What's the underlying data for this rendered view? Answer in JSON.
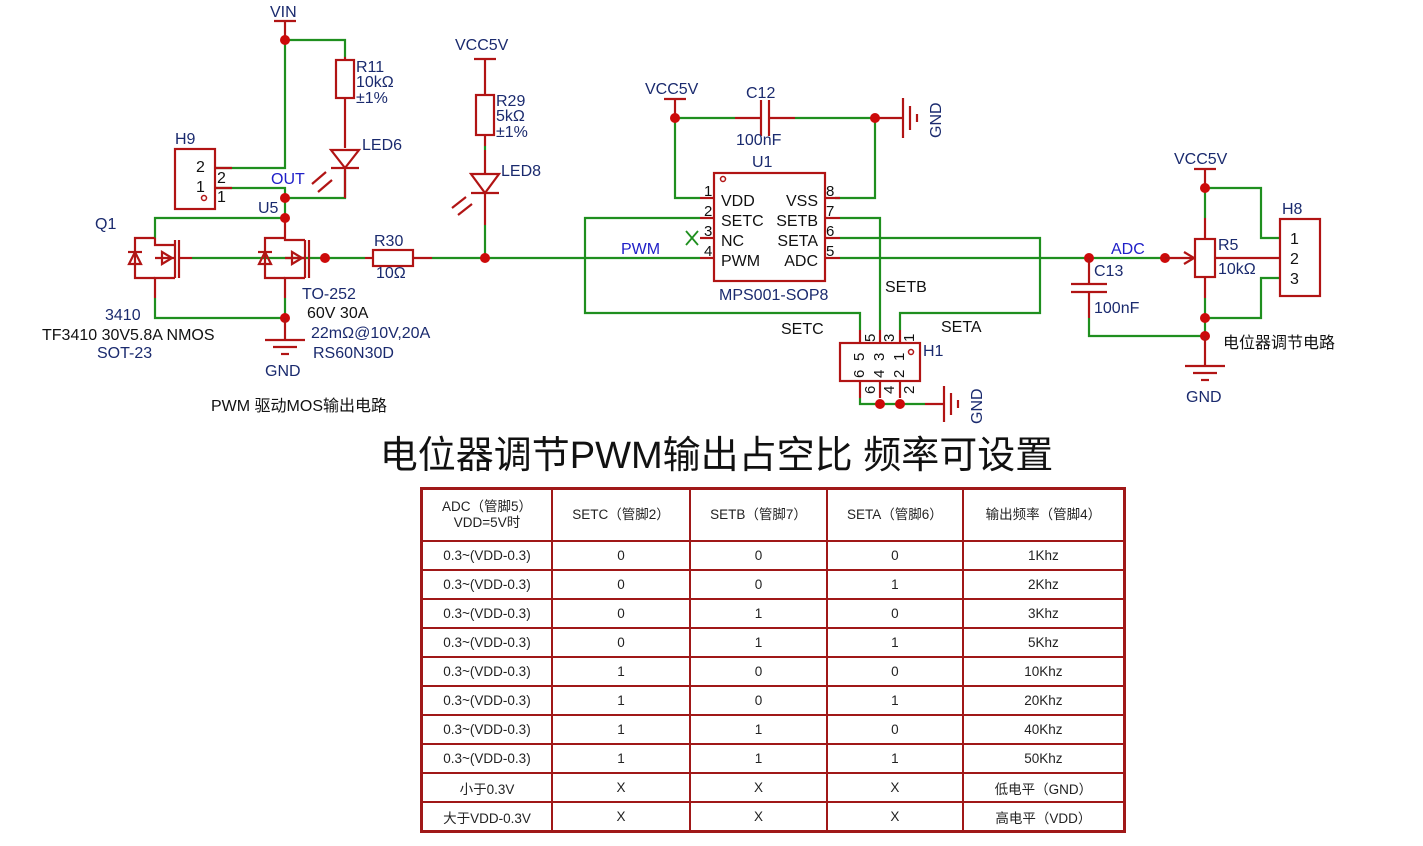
{
  "schematic": {
    "power_labels": {
      "vin": "VIN",
      "vcc_r29": "VCC5V",
      "vcc_u1": "VCC5V",
      "vcc_r5": "VCC5V",
      "gnd_mos": "GND",
      "gnd_c12": "GND",
      "gnd_h1": "GND",
      "gnd_pot": "GND"
    },
    "components": {
      "r11": {
        "ref": "R11",
        "value": "10kΩ",
        "tolerance": "±1%"
      },
      "led6": {
        "ref": "LED6"
      },
      "h9": {
        "ref": "H9",
        "pin_inner_2": "2",
        "pin_inner_1": "1",
        "pin_outer_2": "2",
        "pin_outer_1": "1"
      },
      "q1": {
        "ref": "Q1",
        "name": "3410",
        "desc": "TF3410 30V5.8A NMOS",
        "package": "SOT-23"
      },
      "u5": {
        "ref": "U5",
        "package": "TO-252",
        "rating": "60V 30A",
        "rds": "22mΩ@10V,20A",
        "part": "RS60N30D"
      },
      "r30": {
        "ref": "R30",
        "value": "10Ω"
      },
      "r29": {
        "ref": "R29",
        "value": "5kΩ",
        "tolerance": "±1%"
      },
      "led8": {
        "ref": "LED8"
      },
      "c12": {
        "ref": "C12",
        "value": "100nF"
      },
      "u1": {
        "ref": "U1",
        "part": "MPS001-SOP8",
        "pins_left": [
          {
            "num": "1",
            "name": "VDD"
          },
          {
            "num": "2",
            "name": "SETC"
          },
          {
            "num": "3",
            "name": "NC"
          },
          {
            "num": "4",
            "name": "PWM"
          }
        ],
        "pins_right": [
          {
            "num": "8",
            "name": "VSS"
          },
          {
            "num": "7",
            "name": "SETB"
          },
          {
            "num": "6",
            "name": "SETA"
          },
          {
            "num": "5",
            "name": "ADC"
          }
        ]
      },
      "h1": {
        "ref": "H1",
        "top_pins": [
          "5",
          "3",
          "1"
        ],
        "bottom_pins": [
          "6",
          "4",
          "2"
        ],
        "inner_top": [
          "5",
          "3",
          "1"
        ],
        "inner_bottom": [
          "6",
          "4",
          "2"
        ]
      },
      "c13": {
        "ref": "C13",
        "value": "100nF"
      },
      "r5": {
        "ref": "R5",
        "value": "10kΩ"
      },
      "h8": {
        "ref": "H8",
        "pins": [
          "1",
          "2",
          "3"
        ]
      }
    },
    "net_labels": {
      "out": "OUT",
      "pwm": "PWM",
      "adc": "ADC",
      "setb": "SETB",
      "setc": "SETC",
      "seta": "SETA"
    },
    "section_captions": {
      "mos_output": "PWM 驱动MOS输出电路",
      "pot_circuit": "电位器调节电路"
    },
    "wire_color": "#1f8f1f",
    "part_color": "#b11414"
  },
  "title": "电位器调节PWM输出占空比 频率可设置",
  "table": {
    "headers": [
      "ADC（管脚5）\nVDD=5V时",
      "SETC（管脚2）",
      "SETB（管脚7）",
      "SETA（管脚6）",
      "输出频率（管脚4）"
    ],
    "rows": [
      [
        "0.3~(VDD-0.3)",
        "0",
        "0",
        "0",
        "1Khz"
      ],
      [
        "0.3~(VDD-0.3)",
        "0",
        "0",
        "1",
        "2Khz"
      ],
      [
        "0.3~(VDD-0.3)",
        "0",
        "1",
        "0",
        "3Khz"
      ],
      [
        "0.3~(VDD-0.3)",
        "0",
        "1",
        "1",
        "5Khz"
      ],
      [
        "0.3~(VDD-0.3)",
        "1",
        "0",
        "0",
        "10Khz"
      ],
      [
        "0.3~(VDD-0.3)",
        "1",
        "0",
        "1",
        "20Khz"
      ],
      [
        "0.3~(VDD-0.3)",
        "1",
        "1",
        "0",
        "40Khz"
      ],
      [
        "0.3~(VDD-0.3)",
        "1",
        "1",
        "1",
        "50Khz"
      ],
      [
        "小于0.3V",
        "X",
        "X",
        "X",
        "低电平（GND）"
      ],
      [
        "大于VDD-0.3V",
        "X",
        "X",
        "X",
        "高电平（VDD）"
      ]
    ],
    "border_color": "#a01818"
  }
}
